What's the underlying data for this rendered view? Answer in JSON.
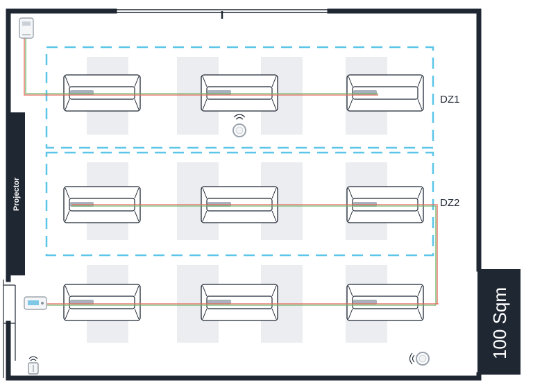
{
  "plan": {
    "zones": [
      {
        "id": "dz1",
        "label": "DZ1"
      },
      {
        "id": "dz2",
        "label": "DZ2"
      }
    ],
    "projector_label": "Projector",
    "area_label": "100 Sqm",
    "colors": {
      "wall": "#1f2733",
      "zone_border": "#5bc6e8",
      "window_panel": "#ebedf0",
      "cable_red": "#e8675a",
      "cable_green": "#6cb86c",
      "fixture_bar": "#a9b2bc"
    },
    "icons": [
      "controller-icon",
      "wireless-sensor-icon",
      "wall-switch-icon",
      "sensor-icon"
    ]
  }
}
